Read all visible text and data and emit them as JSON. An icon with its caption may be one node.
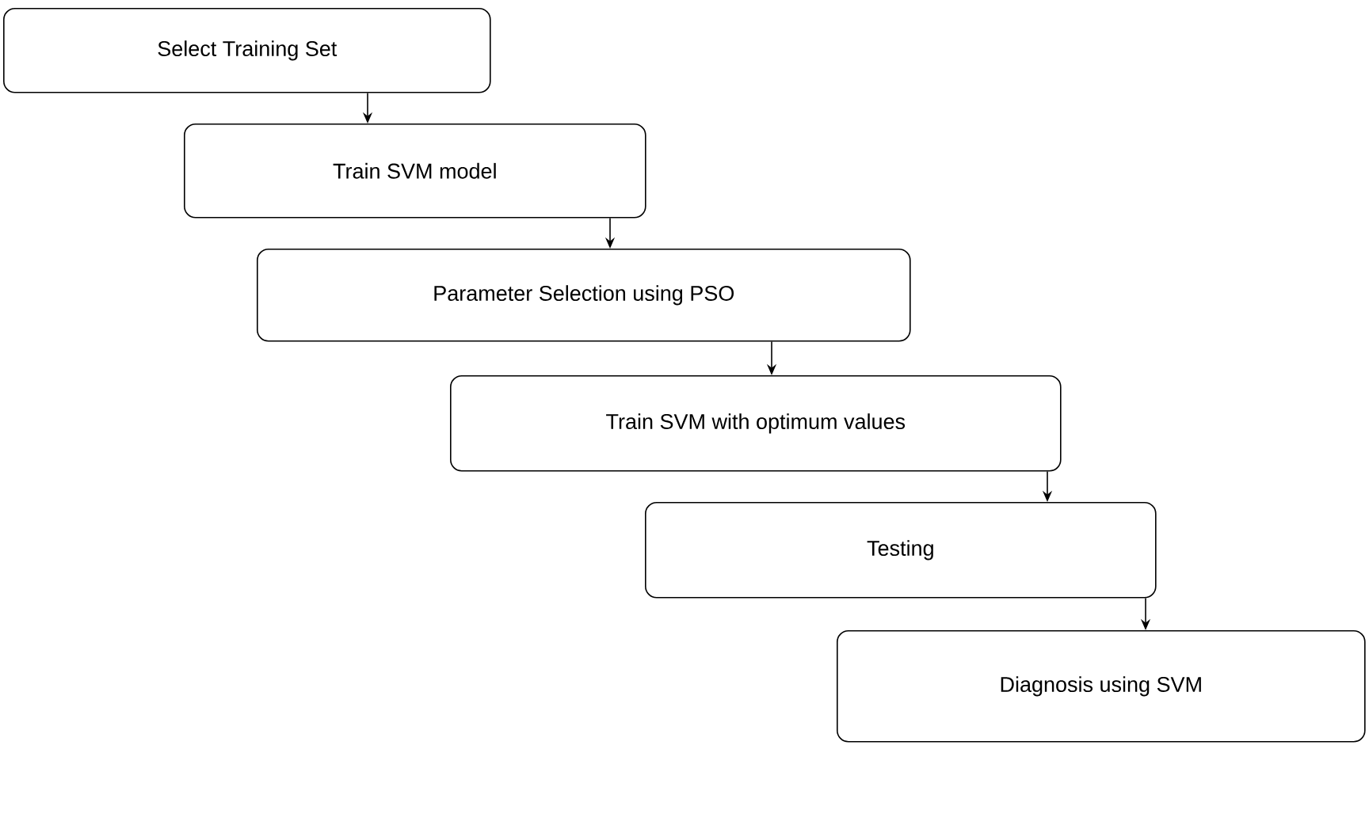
{
  "diagram": {
    "nodes": [
      {
        "text": [
          "Select Training Set"
        ]
      },
      {
        "text": [
          "Train SVM model"
        ]
      },
      {
        "text": [
          "Parameter Selection using PSO"
        ]
      },
      {
        "text": [
          "Train SVM with optimum values"
        ]
      },
      {
        "text": [
          "Testing"
        ]
      },
      {
        "text": [
          "Diagnosis using SVM"
        ]
      }
    ],
    "edges": [
      {
        "from": 0,
        "to": 1,
        "arrow": "to"
      },
      {
        "from": 1,
        "to": 2,
        "arrow": "to"
      },
      {
        "from": 2,
        "to": 3,
        "arrow": "to"
      },
      {
        "from": 3,
        "to": 4,
        "arrow": "to"
      },
      {
        "from": 4,
        "to": 5,
        "arrow": "to"
      }
    ]
  }
}
